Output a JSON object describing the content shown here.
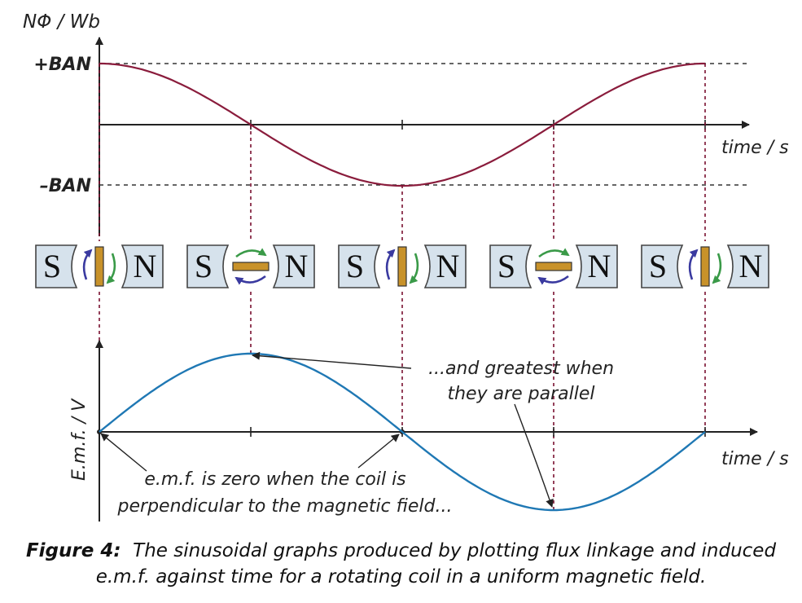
{
  "flux_plot": {
    "ylabel": "NΦ / Wb",
    "xlabel": "time / s",
    "max_label": "+BAN",
    "min_label": "–BAN",
    "curve_color": "#8a1c3c"
  },
  "coil_diagrams": {
    "south_label": "S",
    "north_label": "N",
    "coil_color": "#c8922a",
    "arrow_colors": [
      "#3a3aa0",
      "#3a9a48"
    ],
    "orientations": [
      "vertical",
      "horizontal",
      "vertical",
      "horizontal",
      "vertical"
    ]
  },
  "emf_plot": {
    "ylabel": "E.m.f. / V",
    "xlabel": "time / s",
    "curve_color": "#1f78b4",
    "annotation_max_line1": "...and greatest when",
    "annotation_max_line2": "they are parallel",
    "annotation_zero_line1": "e.m.f. is zero when the coil is",
    "annotation_zero_line2": "perpendicular to the magnetic field..."
  },
  "caption": {
    "prefix": "Figure 4:",
    "text": "The sinusoidal graphs produced by plotting flux linkage and induced e.m.f. against time for a rotating coil in a uniform magnetic field."
  },
  "chart_data": [
    {
      "type": "line",
      "title": "",
      "xlabel": "time / s",
      "ylabel": "NΦ / Wb",
      "series": [
        {
          "values": [
            1,
            0,
            -1,
            0,
            1
          ]
        }
      ],
      "x": [
        0,
        0.25,
        0.5,
        0.75,
        1
      ],
      "yticks": [
        "+BAN",
        "–BAN"
      ]
    },
    {
      "type": "line",
      "title": "",
      "xlabel": "time / s",
      "ylabel": "E.m.f. / V",
      "series": [
        {
          "values": [
            0,
            1,
            0,
            -1,
            0
          ]
        }
      ],
      "x": [
        0,
        0.25,
        0.5,
        0.75,
        1
      ]
    }
  ]
}
